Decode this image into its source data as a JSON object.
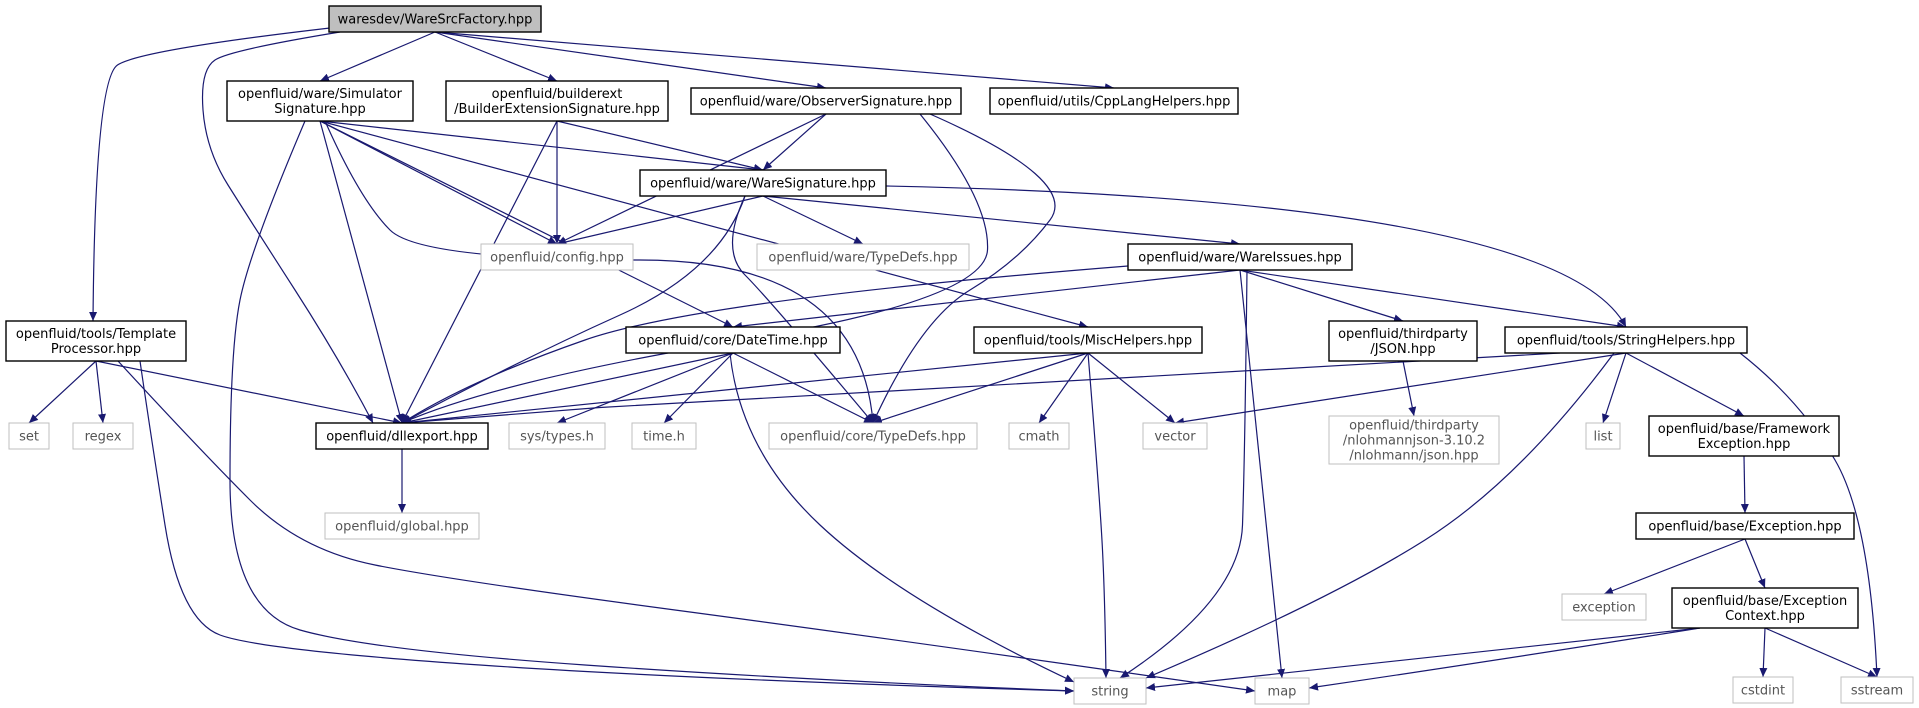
{
  "graph": {
    "colors": {
      "edge": "#191970",
      "internal_border": "#000000",
      "external_border": "#bfbfbf",
      "root_fill": "#bfbfbf",
      "internal_text": "#000000",
      "external_text": "#555555"
    },
    "nodes": [
      {
        "id": "root",
        "lines": [
          "waresdev/WareSrcFactory.hpp"
        ],
        "kind": "root"
      },
      {
        "id": "simsig",
        "lines": [
          "openfluid/ware/Simulator",
          "Signature.hpp"
        ],
        "kind": "internal"
      },
      {
        "id": "bextsig",
        "lines": [
          "openfluid/builderext",
          "/BuilderExtensionSignature.hpp"
        ],
        "kind": "internal"
      },
      {
        "id": "obssig",
        "lines": [
          "openfluid/ware/ObserverSignature.hpp"
        ],
        "kind": "internal"
      },
      {
        "id": "cpplang",
        "lines": [
          "openfluid/utils/CppLangHelpers.hpp"
        ],
        "kind": "internal"
      },
      {
        "id": "waresig",
        "lines": [
          "openfluid/ware/WareSignature.hpp"
        ],
        "kind": "internal"
      },
      {
        "id": "config",
        "lines": [
          "openfluid/config.hpp"
        ],
        "kind": "external"
      },
      {
        "id": "waretypedefs",
        "lines": [
          "openfluid/ware/TypeDefs.hpp"
        ],
        "kind": "external"
      },
      {
        "id": "wareissues",
        "lines": [
          "openfluid/ware/WareIssues.hpp"
        ],
        "kind": "internal"
      },
      {
        "id": "tmplproc",
        "lines": [
          "openfluid/tools/Template",
          "Processor.hpp"
        ],
        "kind": "internal"
      },
      {
        "id": "datetime",
        "lines": [
          "openfluid/core/DateTime.hpp"
        ],
        "kind": "internal"
      },
      {
        "id": "mischelpers",
        "lines": [
          "openfluid/tools/MiscHelpers.hpp"
        ],
        "kind": "internal"
      },
      {
        "id": "json",
        "lines": [
          "openfluid/thirdparty",
          "/JSON.hpp"
        ],
        "kind": "internal"
      },
      {
        "id": "strhelpers",
        "lines": [
          "openfluid/tools/StringHelpers.hpp"
        ],
        "kind": "internal"
      },
      {
        "id": "set",
        "lines": [
          "set"
        ],
        "kind": "external"
      },
      {
        "id": "regex",
        "lines": [
          "regex"
        ],
        "kind": "external"
      },
      {
        "id": "dllexport",
        "lines": [
          "openfluid/dllexport.hpp"
        ],
        "kind": "internal"
      },
      {
        "id": "systypes",
        "lines": [
          "sys/types.h"
        ],
        "kind": "external"
      },
      {
        "id": "timeh",
        "lines": [
          "time.h"
        ],
        "kind": "external"
      },
      {
        "id": "coretypedefs",
        "lines": [
          "openfluid/core/TypeDefs.hpp"
        ],
        "kind": "external"
      },
      {
        "id": "cmath",
        "lines": [
          "cmath"
        ],
        "kind": "external"
      },
      {
        "id": "vector",
        "lines": [
          "vector"
        ],
        "kind": "external"
      },
      {
        "id": "nlohmann",
        "lines": [
          "openfluid/thirdparty",
          "/nlohmannjson-3.10.2",
          "/nlohmann/json.hpp"
        ],
        "kind": "external"
      },
      {
        "id": "list",
        "lines": [
          "list"
        ],
        "kind": "external"
      },
      {
        "id": "fwexc",
        "lines": [
          "openfluid/base/Framework",
          "Exception.hpp"
        ],
        "kind": "internal"
      },
      {
        "id": "global",
        "lines": [
          "openfluid/global.hpp"
        ],
        "kind": "external"
      },
      {
        "id": "exception_h",
        "lines": [
          "openfluid/base/Exception.hpp"
        ],
        "kind": "internal"
      },
      {
        "id": "exception",
        "lines": [
          "exception"
        ],
        "kind": "external"
      },
      {
        "id": "exccontext",
        "lines": [
          "openfluid/base/Exception",
          "Context.hpp"
        ],
        "kind": "internal"
      },
      {
        "id": "cstdint",
        "lines": [
          "cstdint"
        ],
        "kind": "external"
      },
      {
        "id": "sstream",
        "lines": [
          "sstream"
        ],
        "kind": "external"
      },
      {
        "id": "string",
        "lines": [
          "string"
        ],
        "kind": "external"
      },
      {
        "id": "map",
        "lines": [
          "map"
        ],
        "kind": "external"
      }
    ],
    "edges": [
      {
        "from": "root",
        "to": "tmplproc"
      },
      {
        "from": "root",
        "to": "dllexport"
      },
      {
        "from": "root",
        "to": "simsig"
      },
      {
        "from": "root",
        "to": "bextsig"
      },
      {
        "from": "root",
        "to": "obssig"
      },
      {
        "from": "root",
        "to": "cpplang"
      },
      {
        "from": "simsig",
        "to": "waresig"
      },
      {
        "from": "simsig",
        "to": "config"
      },
      {
        "from": "simsig",
        "to": "dllexport"
      },
      {
        "from": "simsig",
        "to": "string"
      },
      {
        "from": "simsig",
        "to": "datetime"
      },
      {
        "from": "simsig",
        "to": "mischelpers"
      },
      {
        "from": "simsig",
        "to": "coretypedefs"
      },
      {
        "from": "bextsig",
        "to": "waresig"
      },
      {
        "from": "bextsig",
        "to": "config"
      },
      {
        "from": "bextsig",
        "to": "dllexport"
      },
      {
        "from": "obssig",
        "to": "waresig"
      },
      {
        "from": "obssig",
        "to": "config"
      },
      {
        "from": "obssig",
        "to": "dllexport"
      },
      {
        "from": "obssig",
        "to": "coretypedefs"
      },
      {
        "from": "waresig",
        "to": "config"
      },
      {
        "from": "waresig",
        "to": "waretypedefs"
      },
      {
        "from": "waresig",
        "to": "wareissues"
      },
      {
        "from": "waresig",
        "to": "strhelpers"
      },
      {
        "from": "waresig",
        "to": "dllexport"
      },
      {
        "from": "waresig",
        "to": "coretypedefs"
      },
      {
        "from": "wareissues",
        "to": "dllexport"
      },
      {
        "from": "wareissues",
        "to": "datetime"
      },
      {
        "from": "wareissues",
        "to": "json"
      },
      {
        "from": "wareissues",
        "to": "strhelpers"
      },
      {
        "from": "wareissues",
        "to": "string"
      },
      {
        "from": "wareissues",
        "to": "map"
      },
      {
        "from": "tmplproc",
        "to": "set"
      },
      {
        "from": "tmplproc",
        "to": "regex"
      },
      {
        "from": "tmplproc",
        "to": "dllexport"
      },
      {
        "from": "tmplproc",
        "to": "string"
      },
      {
        "from": "tmplproc",
        "to": "map"
      },
      {
        "from": "datetime",
        "to": "dllexport"
      },
      {
        "from": "datetime",
        "to": "systypes"
      },
      {
        "from": "datetime",
        "to": "timeh"
      },
      {
        "from": "datetime",
        "to": "coretypedefs"
      },
      {
        "from": "datetime",
        "to": "string"
      },
      {
        "from": "mischelpers",
        "to": "dllexport"
      },
      {
        "from": "mischelpers",
        "to": "coretypedefs"
      },
      {
        "from": "mischelpers",
        "to": "cmath"
      },
      {
        "from": "mischelpers",
        "to": "vector"
      },
      {
        "from": "mischelpers",
        "to": "string"
      },
      {
        "from": "json",
        "to": "nlohmann"
      },
      {
        "from": "strhelpers",
        "to": "dllexport"
      },
      {
        "from": "strhelpers",
        "to": "vector"
      },
      {
        "from": "strhelpers",
        "to": "list"
      },
      {
        "from": "strhelpers",
        "to": "fwexc"
      },
      {
        "from": "strhelpers",
        "to": "string"
      },
      {
        "from": "strhelpers",
        "to": "sstream"
      },
      {
        "from": "dllexport",
        "to": "global"
      },
      {
        "from": "fwexc",
        "to": "exception_h"
      },
      {
        "from": "exception_h",
        "to": "exception"
      },
      {
        "from": "exception_h",
        "to": "exccontext"
      },
      {
        "from": "exccontext",
        "to": "string"
      },
      {
        "from": "exccontext",
        "to": "map"
      },
      {
        "from": "exccontext",
        "to": "cstdint"
      },
      {
        "from": "exccontext",
        "to": "sstream"
      }
    ]
  }
}
